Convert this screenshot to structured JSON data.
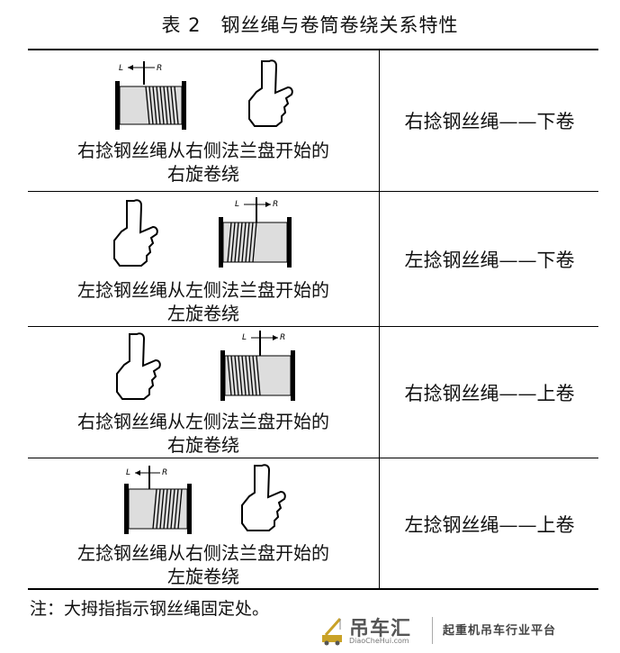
{
  "title": "表 2　钢丝绳与卷筒卷绕关系特性",
  "axis_labels": {
    "left": "L",
    "right": "R"
  },
  "rows": [
    {
      "caption_line1": "右捻钢丝绳从右侧法兰盘开始的",
      "caption_line2": "右旋卷绕",
      "result": "右捻钢丝绳——下卷"
    },
    {
      "caption_line1": "左捻钢丝绳从左侧法兰盘开始的",
      "caption_line2": "左旋卷绕",
      "result": "左捻钢丝绳——下卷"
    },
    {
      "caption_line1": "右捻钢丝绳从左侧法兰盘开始的",
      "caption_line2": "右旋卷绕",
      "result": "右捻钢丝绳——上卷"
    },
    {
      "caption_line1": "左捻钢丝绳从右侧法兰盘开始的",
      "caption_line2": "左旋卷绕",
      "result": "左捻钢丝绳——上卷"
    }
  ],
  "note": "注：大拇指指示钢丝绳固定处。",
  "watermark": {
    "name": "吊车汇",
    "url": "DiaoCheHui.com",
    "slogan": "起重机吊车行业平台"
  }
}
